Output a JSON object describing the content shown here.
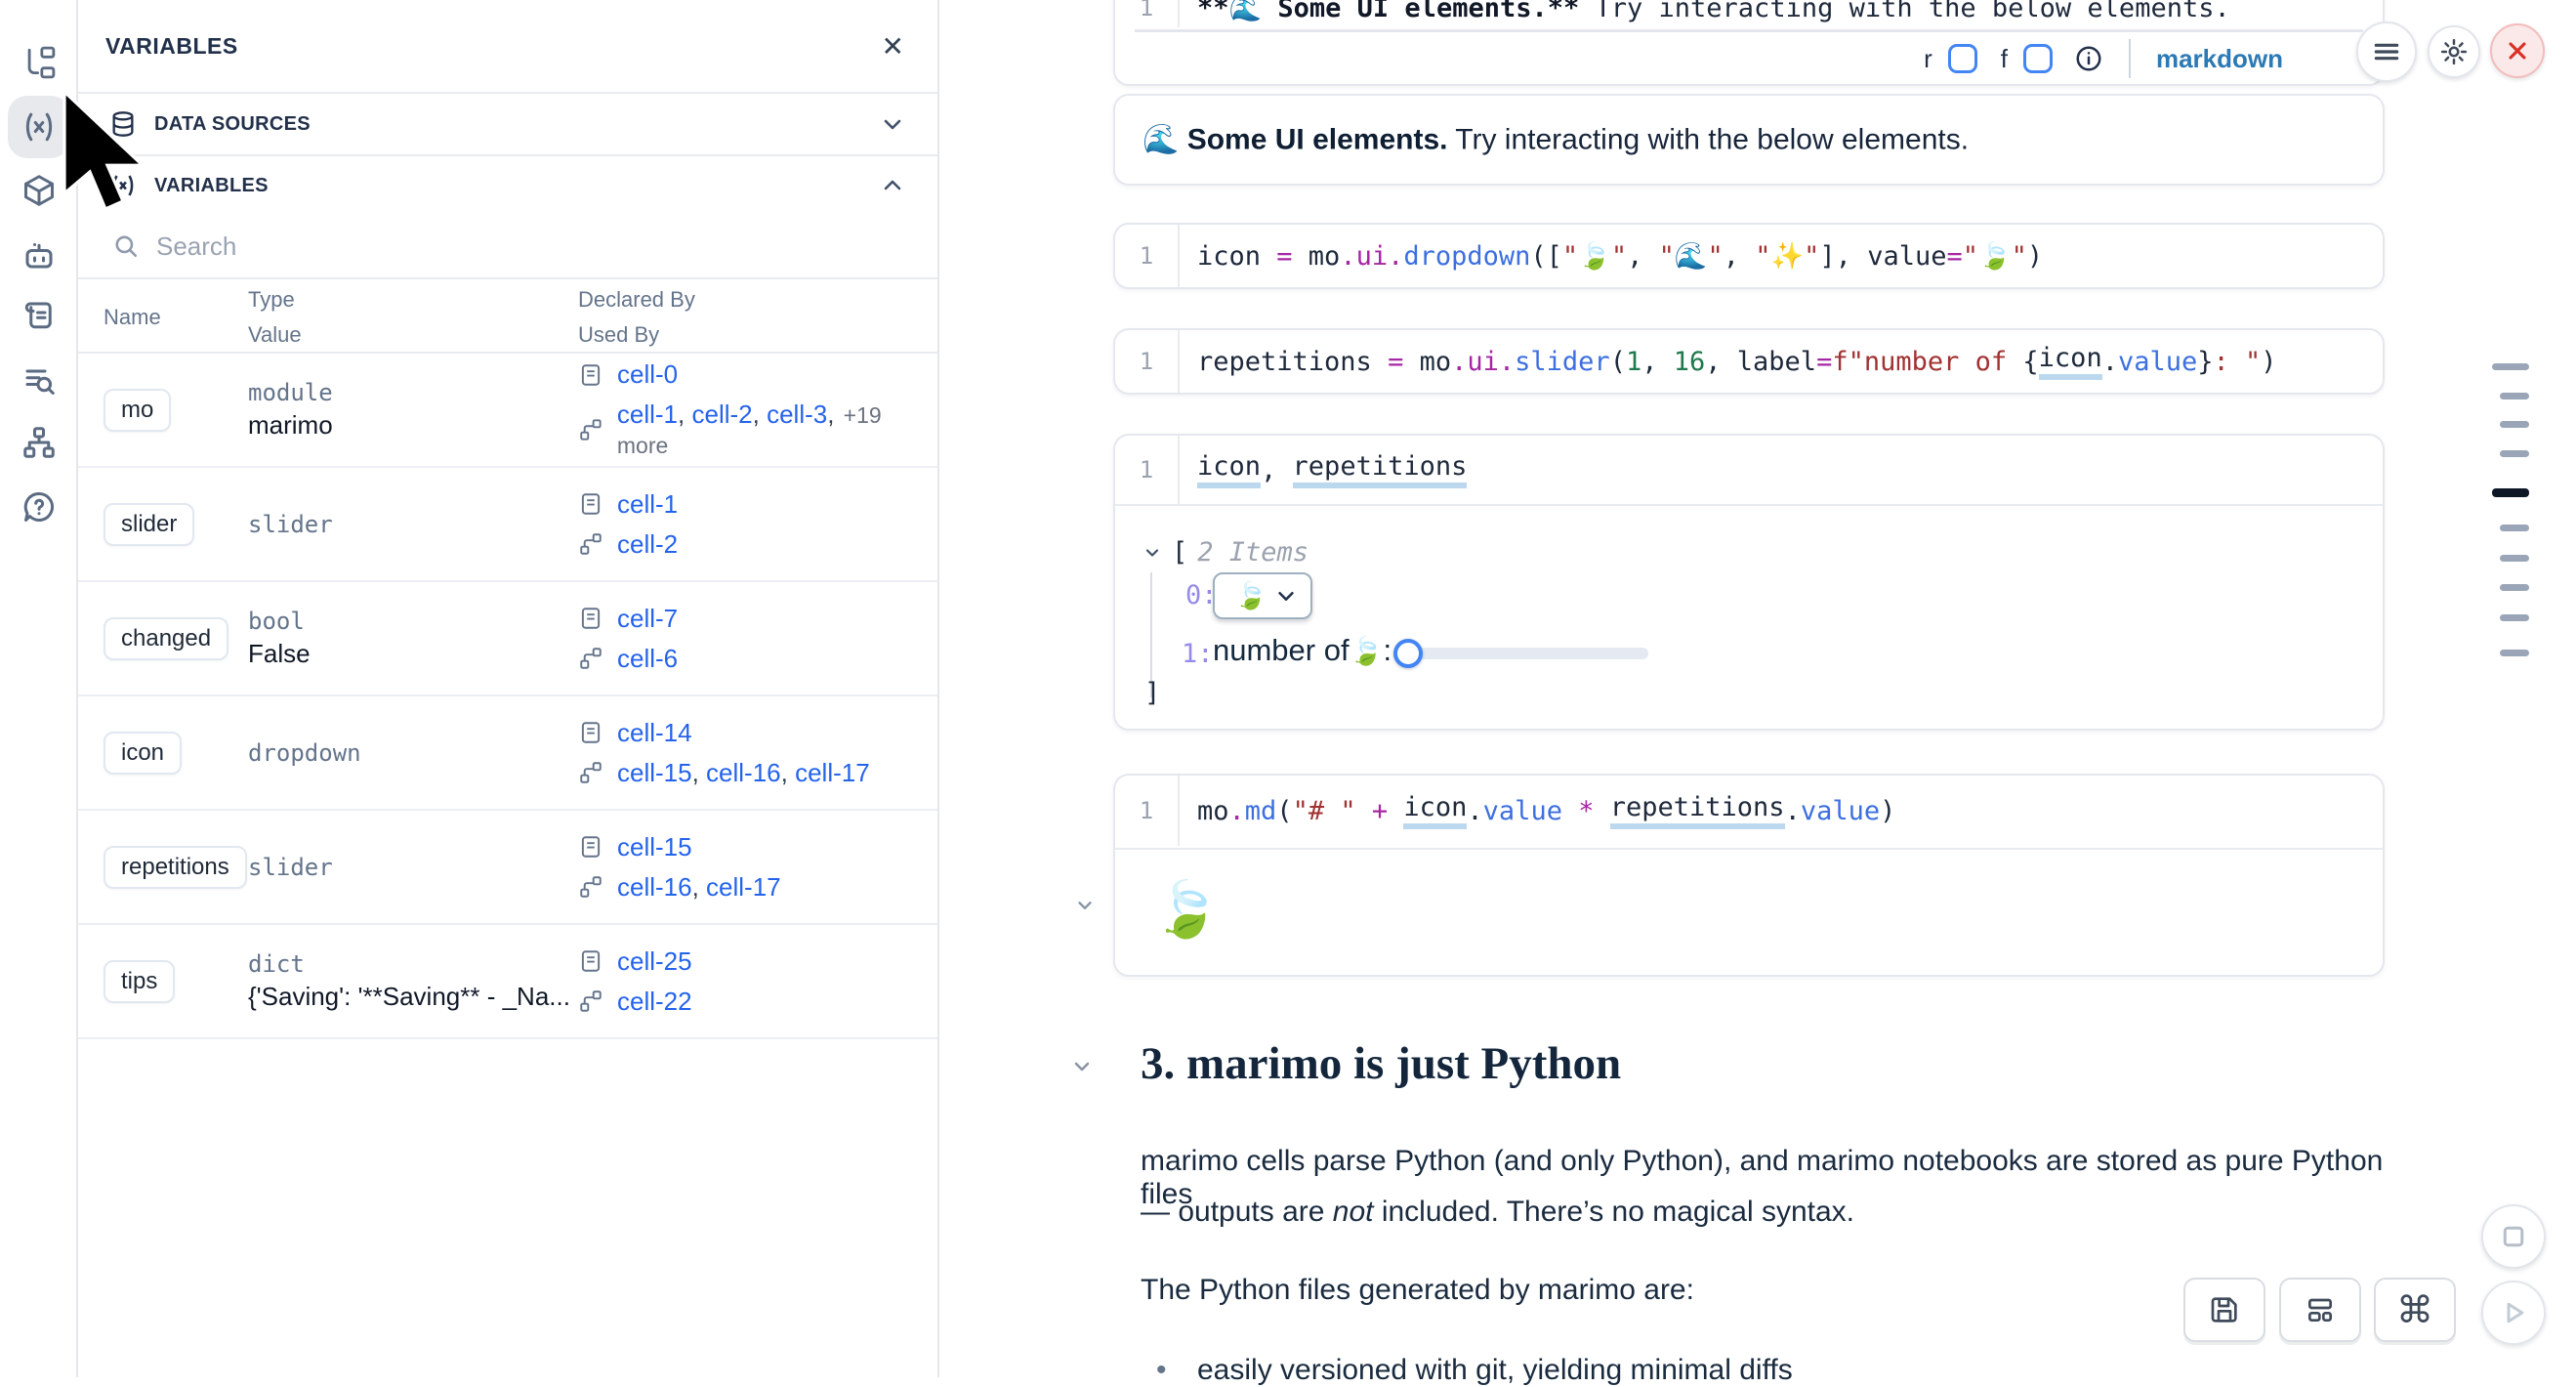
{
  "sidebar": {
    "icons": [
      "file-tree",
      "variables",
      "packages",
      "ai-assistant",
      "snippets",
      "logs",
      "dependency-graph",
      "help"
    ]
  },
  "panel": {
    "title": "VARIABLES",
    "close_label": "✕",
    "data_sources_label": "DATA SOURCES",
    "variables_label": "VARIABLES",
    "search_placeholder": "Search",
    "headers": {
      "name": "Name",
      "type": "Type",
      "value": "Value",
      "declared": "Declared By",
      "used": "Used By"
    },
    "rows": [
      {
        "name": "mo",
        "type": "module",
        "value": "marimo",
        "declared": [
          "cell-0"
        ],
        "used": [
          "cell-1",
          "cell-2",
          "cell-3"
        ],
        "used_more": "+19 more"
      },
      {
        "name": "slider",
        "type": "slider",
        "value": "",
        "declared": [
          "cell-1"
        ],
        "used": [
          "cell-2"
        ]
      },
      {
        "name": "changed",
        "type": "bool",
        "value": "False",
        "declared": [
          "cell-7"
        ],
        "used": [
          "cell-6"
        ]
      },
      {
        "name": "icon",
        "type": "dropdown",
        "value": "",
        "declared": [
          "cell-14"
        ],
        "used": [
          "cell-15",
          "cell-16",
          "cell-17"
        ]
      },
      {
        "name": "repetitions",
        "type": "slider",
        "value": "",
        "declared": [
          "cell-15"
        ],
        "used": [
          "cell-16",
          "cell-17"
        ]
      },
      {
        "name": "tips",
        "type": "dict",
        "value": "{'Saving': '**Saving** - _Na...",
        "declared": [
          "cell-25"
        ],
        "used": [
          "cell-22"
        ]
      }
    ]
  },
  "notebook": {
    "md_cell": {
      "line_no": "1",
      "code": [
        [
          "**🌊 Some UI elements.**",
          "b"
        ],
        [
          " Try interacting with the below elements.",
          "p"
        ]
      ],
      "footer": {
        "r_label": "r",
        "f_label": "f",
        "lang_label": "markdown"
      },
      "output": {
        "emoji": "🌊 ",
        "bold": "Some UI elements.",
        "rest": " Try interacting with the below elements."
      }
    },
    "dropdown_cell": {
      "line_no": "1",
      "code": [
        [
          "icon ",
          "p"
        ],
        [
          "=",
          "kw"
        ],
        [
          " mo",
          "p"
        ],
        [
          ".ui.",
          "kw"
        ],
        [
          "dropdown",
          "fn"
        ],
        [
          "([",
          "p"
        ],
        [
          "\"",
          "str"
        ],
        [
          "🍃",
          "e"
        ],
        [
          "\"",
          "str"
        ],
        [
          ", ",
          "p"
        ],
        [
          "\"",
          "str"
        ],
        [
          "🌊",
          "e"
        ],
        [
          "\"",
          "str"
        ],
        [
          ", ",
          "p"
        ],
        [
          "\"",
          "str"
        ],
        [
          "✨",
          "e"
        ],
        [
          "\"",
          "str"
        ],
        [
          "], value",
          "p"
        ],
        [
          "=",
          "kw"
        ],
        [
          "\"",
          "str"
        ],
        [
          "🍃",
          "e"
        ],
        [
          "\"",
          "str"
        ],
        [
          ")",
          "p"
        ]
      ]
    },
    "slider_cell": {
      "line_no": "1",
      "code": [
        [
          "repetitions ",
          "p"
        ],
        [
          "=",
          "kw"
        ],
        [
          " mo",
          "p"
        ],
        [
          ".ui.",
          "kw"
        ],
        [
          "slider",
          "fn"
        ],
        [
          "(",
          "p"
        ],
        [
          "1",
          "num"
        ],
        [
          ", ",
          "p"
        ],
        [
          "16",
          "num"
        ],
        [
          ", label",
          "p"
        ],
        [
          "=",
          "kw"
        ],
        [
          "f",
          "str"
        ],
        [
          "\"number of ",
          "str"
        ],
        [
          "{",
          "p"
        ],
        [
          "icon",
          "u"
        ],
        [
          ".",
          "p"
        ],
        [
          "value",
          "fn"
        ],
        [
          "}",
          "p"
        ],
        [
          ": \"",
          "str"
        ],
        [
          ")",
          "p"
        ]
      ]
    },
    "tuple_cell": {
      "line_no": "1",
      "code": [
        [
          "icon",
          "u"
        ],
        [
          ", ",
          "p"
        ],
        [
          "repetitions",
          "u"
        ]
      ],
      "output": {
        "bracket_open": "[",
        "count": "2 Items",
        "idx0": "0:",
        "idx1": "1:",
        "dropdown_value": "🍃",
        "slider_label": "number of ",
        "slider_emoji": "🍃",
        "slider_colon": ":",
        "bracket_close": "]"
      }
    },
    "md2_cell": {
      "line_no": "1",
      "code": [
        [
          "mo",
          "p"
        ],
        [
          ".",
          "kw"
        ],
        [
          "md",
          "fn"
        ],
        [
          "(",
          "p"
        ],
        [
          "\"# \" ",
          "str"
        ],
        [
          "+",
          "kw"
        ],
        [
          " ",
          "p"
        ],
        [
          "icon",
          "u"
        ],
        [
          ".",
          "p"
        ],
        [
          "value",
          "fn"
        ],
        [
          " ",
          "p"
        ],
        [
          "*",
          "kw"
        ],
        [
          " ",
          "p"
        ],
        [
          "repetitions",
          "u"
        ],
        [
          ".",
          "p"
        ],
        [
          "value",
          "fn"
        ],
        [
          ")",
          "p"
        ]
      ],
      "output_emoji": "🍃"
    },
    "section": {
      "heading": "3. marimo is just Python",
      "para1_line1": "marimo cells parse Python (and only Python), and marimo notebooks are stored as pure Python files",
      "para1_line2_pre": "— outputs are ",
      "para1_line2_italic": "not",
      "para1_line2_post": " included. There’s no magical syntax.",
      "para2": "The Python files generated by marimo are:",
      "bullet_marker": "•",
      "bullet": "easily versioned with git, yielding minimal diffs"
    }
  },
  "minimap": [
    {
      "size": "long",
      "active": false
    },
    {
      "size": "short",
      "active": false
    },
    {
      "size": "short",
      "active": false
    },
    {
      "size": "short",
      "active": false
    },
    {
      "size": "long",
      "active": true
    },
    {
      "size": "short",
      "active": false
    },
    {
      "size": "short",
      "active": false
    },
    {
      "size": "short",
      "active": false
    },
    {
      "size": "short",
      "active": false
    },
    {
      "size": "short",
      "active": false
    }
  ],
  "colors": {
    "accent_blue": "#4285f4",
    "link_blue": "#2563eb",
    "markdown_blue": "#2b7ab5",
    "danger_red": "#d93025"
  }
}
